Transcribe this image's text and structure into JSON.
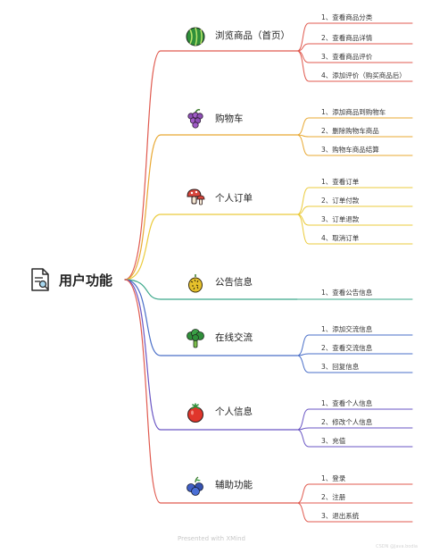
{
  "root": {
    "label": "用户功能",
    "icon": "document-search-icon"
  },
  "branches": [
    {
      "label": "浏览商品（首页）",
      "icon": "watermelon-icon",
      "color": "#e05a4f",
      "leaves": [
        "1、查看商品分类",
        "2、查看商品详情",
        "3、查看商品评价",
        "4、添加评价（购买商品后）"
      ]
    },
    {
      "label": "购物车",
      "icon": "grapes-icon",
      "color": "#e8a832",
      "leaves": [
        "1、添加商品到购物车",
        "2、删除购物车商品",
        "3、购物车商品结算"
      ]
    },
    {
      "label": "个人订单",
      "icon": "mushroom-icon",
      "color": "#ebcb3c",
      "leaves": [
        "1、查看订单",
        "2、订单付款",
        "3、订单退款",
        "4、取消订单"
      ]
    },
    {
      "label": "公告信息",
      "icon": "durian-icon",
      "color": "#3ba88a",
      "leaves": [
        "1、查看公告信息"
      ]
    },
    {
      "label": "在线交流",
      "icon": "broccoli-icon",
      "color": "#4a6fc8",
      "leaves": [
        "1、添加交流信息",
        "2、查看交流信息",
        "3、回复信息"
      ]
    },
    {
      "label": "个人信息",
      "icon": "tomato-icon",
      "color": "#6a56c4",
      "leaves": [
        "1、查看个人信息",
        "2、修改个人信息",
        "3、充值"
      ]
    },
    {
      "label": "辅助功能",
      "icon": "blueberries-icon",
      "color": "#e05a4f",
      "leaves": [
        "1、登录",
        "2、注册",
        "3、退出系统"
      ]
    }
  ],
  "footer": "Presented with XMind",
  "watermark": "CSDN @Java.bodia"
}
